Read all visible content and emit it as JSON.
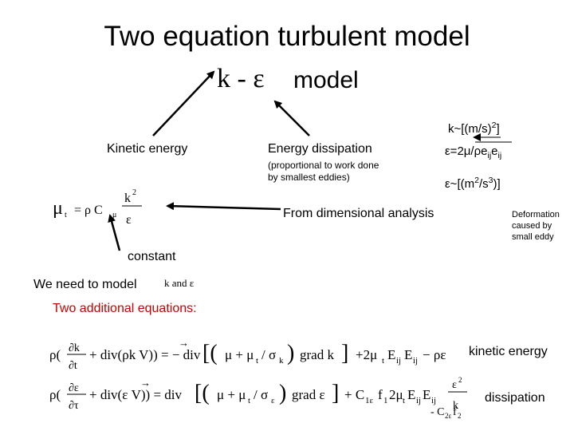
{
  "title": "Two equation turbulent model",
  "model": {
    "symbol": "k - ε",
    "word": "model"
  },
  "kinetic_energy": "Kinetic energy",
  "energy_dissipation": {
    "label": "Energy dissipation",
    "sub1": "(proportional to work done",
    "sub2": "by smallest eddies)"
  },
  "k_units": {
    "pre": "k~[(m/s)",
    "sup": "2",
    "post": "]"
  },
  "eps_rate": {
    "lhs": "ε=2μ/ρe",
    "sub1": "ij",
    "mid": "e",
    "sub2": "ij"
  },
  "eps_units": {
    "pre": "ε~[(m",
    "sup1": "2",
    "mid": "/s",
    "sup2": "3",
    "post": ")]"
  },
  "dimensional": "From dimensional analysis",
  "deformation": "Deformation caused by small eddy",
  "viscosity_formula": {
    "lhs": "μ",
    "lhs_sub": "t",
    "eq": "= ρ C",
    "c_sub": "μ",
    "num": "k",
    "num_sup": "2",
    "den": "ε"
  },
  "constant": "constant",
  "need_to_model": "We need to model",
  "k_and_e": "k and ε",
  "two_additional": "Two additional equations:",
  "eq_k_label": "kinetic energy",
  "eq_eps_label": "dissipation"
}
